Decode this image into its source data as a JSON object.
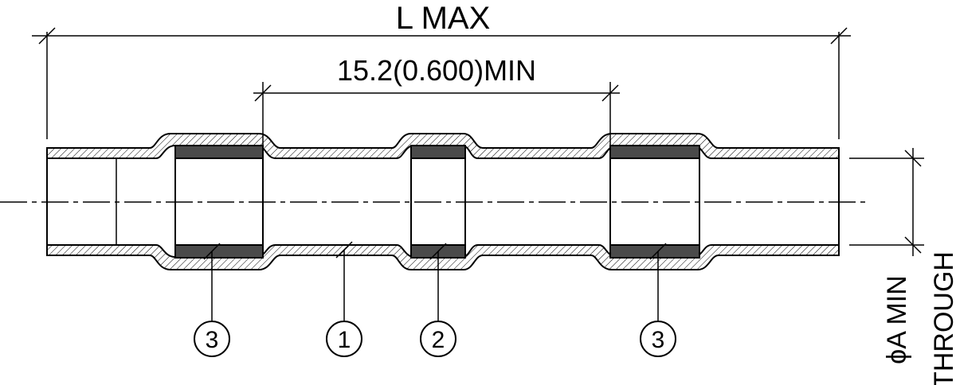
{
  "dimensions": {
    "overall_length": "L MAX",
    "spacing": "15.2(0.600)MIN",
    "bore_line1": "ϕA MIN",
    "bore_line2": "THROUGH"
  },
  "callouts": [
    {
      "id": "3"
    },
    {
      "id": "1"
    },
    {
      "id": "2"
    },
    {
      "id": "3"
    }
  ],
  "colors": {
    "line": "#000000",
    "hatch": "#000000",
    "insert_fill": "#4a4a4a",
    "background": "#ffffff"
  }
}
